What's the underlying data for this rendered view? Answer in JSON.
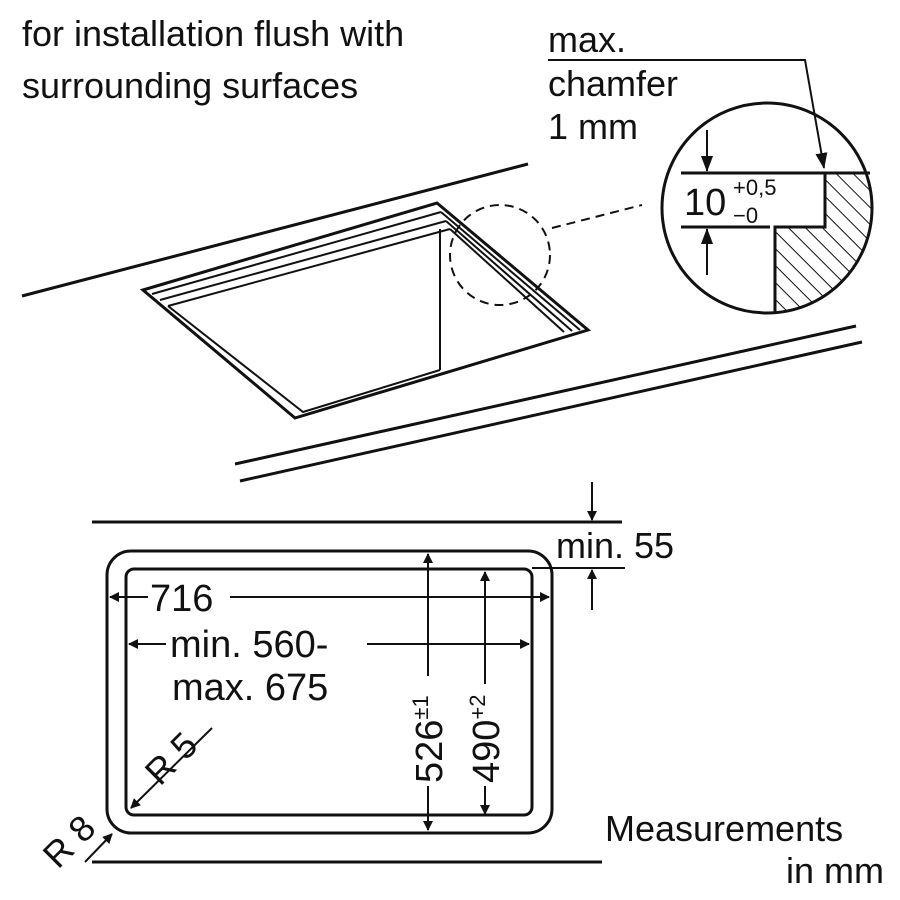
{
  "notes": {
    "installation_line1": "for installation flush with",
    "installation_line2": "surrounding surfaces",
    "chamfer_line1": "max.",
    "chamfer_line2": "chamfer",
    "chamfer_line3": "1 mm",
    "measurements_line1": "Measurements",
    "measurements_line2": "in mm"
  },
  "detail": {
    "depth_value": "10",
    "tol_upper": "+0,5",
    "tol_lower": "−0"
  },
  "dimensions": {
    "outer_width": "716",
    "inner_width_line1": "min. 560-",
    "inner_width_line2": "max. 675",
    "outer_depth": "526",
    "outer_depth_tol": "±1",
    "inner_depth": "490",
    "inner_depth_tol": "+2",
    "inner_radius": "R 5",
    "outer_radius": "R 8",
    "min_edge": "min. 55"
  }
}
